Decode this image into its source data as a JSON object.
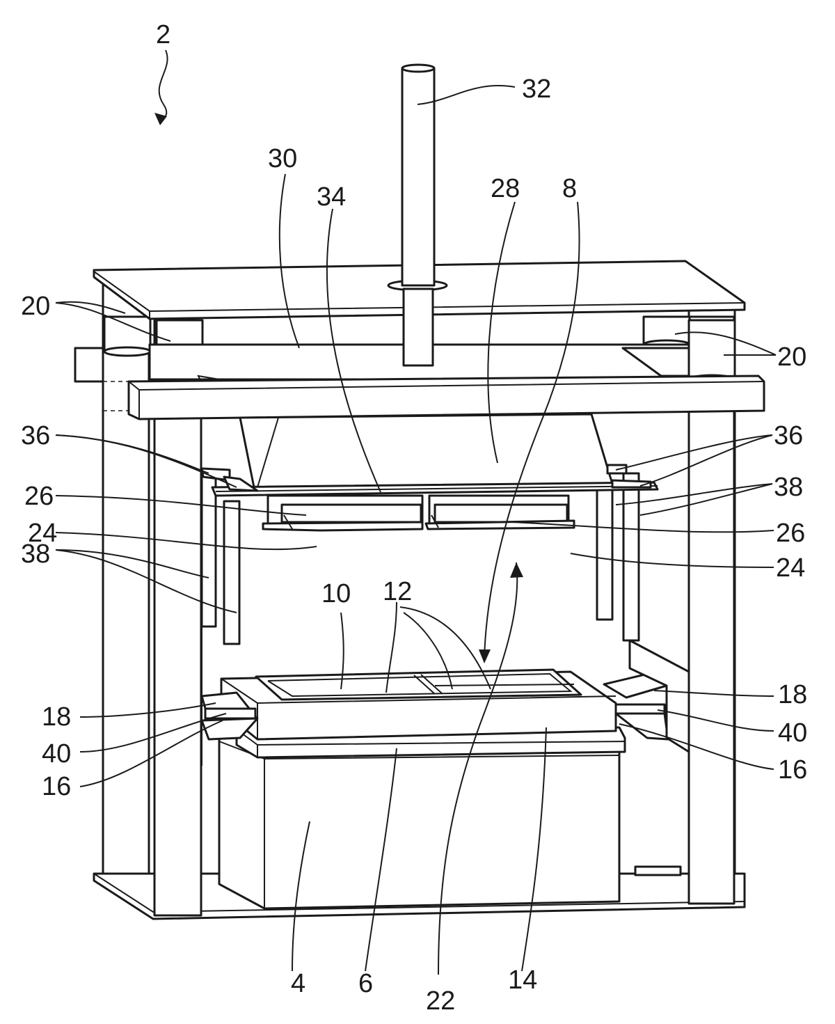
{
  "labels": {
    "l2": "2",
    "l32": "32",
    "l30": "30",
    "l34": "34",
    "l28": "28",
    "l8": "8",
    "l20a": "20",
    "l20b": "20",
    "l36a": "36",
    "l36b": "36",
    "l26a": "26",
    "l26b": "26",
    "l38a": "38",
    "l38b": "38",
    "l24a": "24",
    "l24b": "24",
    "l10": "10",
    "l12": "12",
    "l18a": "18",
    "l18b": "18",
    "l40a": "40",
    "l40b": "40",
    "l16a": "16",
    "l16b": "16",
    "l4": "4",
    "l6": "6",
    "l22": "22",
    "l14": "14"
  },
  "colors": {
    "line": "#1a1a1a",
    "background": "#ffffff"
  }
}
